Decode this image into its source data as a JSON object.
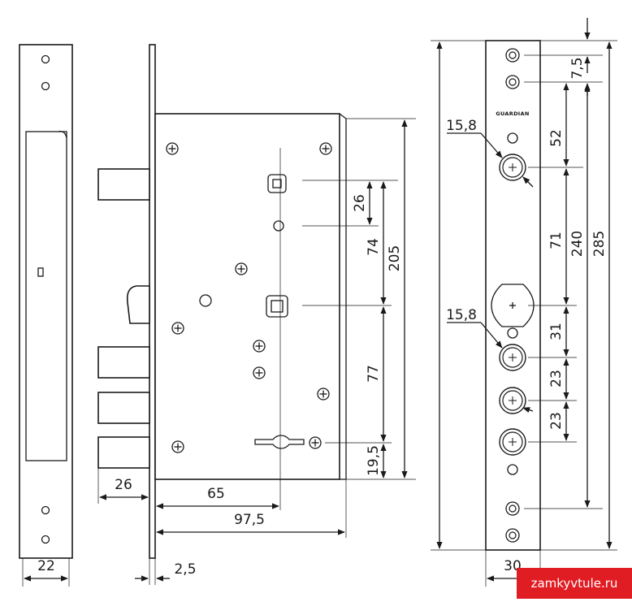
{
  "brand_label": "GUARDIAN",
  "watermark": "zamkyvtule.ru",
  "dimensions": {
    "front_plate_width": "22",
    "backset_bolt": "26",
    "spindle_backset": "65",
    "case_depth": "97,5",
    "plate_thickness": "2,5",
    "spindle_to_cylinder_upper": "26",
    "upper_to_cylinder": "74",
    "case_height": "205",
    "cylinder_to_keyhole": "77",
    "keyhole_to_bottom": "19,5",
    "hole_dia_top": "15,8",
    "hole_dia_lower": "15,8",
    "top_screw_offset": "7,5",
    "top_to_first_hole": "52",
    "hole_spacing_71": "71",
    "hole_spacing_31": "31",
    "hole_spacing_23a": "23",
    "hole_spacing_23b": "23",
    "screw_spacing_240": "240",
    "plate_length_285": "285",
    "strike_width": "30"
  },
  "colors": {
    "line": "#1a1a1a",
    "watermark_bg": "#e11d24",
    "background": "#ffffff"
  }
}
